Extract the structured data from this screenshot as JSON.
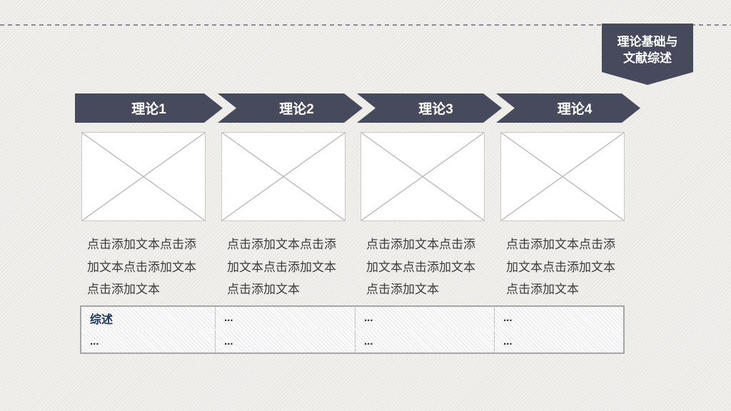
{
  "slide": {
    "background_color": "#f0efec",
    "accent_color": "#474a5c"
  },
  "badge": {
    "line1": "理论基础与",
    "line2": "文献综述",
    "color": "#474a5c"
  },
  "columns": [
    {
      "arrow_label": "理论1",
      "body_text": "点击添加文本点击添加文本点击添加文本点击添加文本"
    },
    {
      "arrow_label": "理论2",
      "body_text": "点击添加文本点击添加文本点击添加文本点击添加文本"
    },
    {
      "arrow_label": "理论3",
      "body_text": "点击添加文本点击添加文本点击添加文本点击添加文本"
    },
    {
      "arrow_label": "理论4",
      "body_text": "点击添加文本点击添加文本点击添加文本点击添加文本"
    }
  ],
  "table": {
    "summary_label_color": "#1f3864",
    "rows": [
      {
        "cells": [
          "综述",
          "...",
          "...",
          "..."
        ]
      },
      {
        "cells": [
          "...",
          "...",
          "...",
          "..."
        ]
      }
    ]
  }
}
